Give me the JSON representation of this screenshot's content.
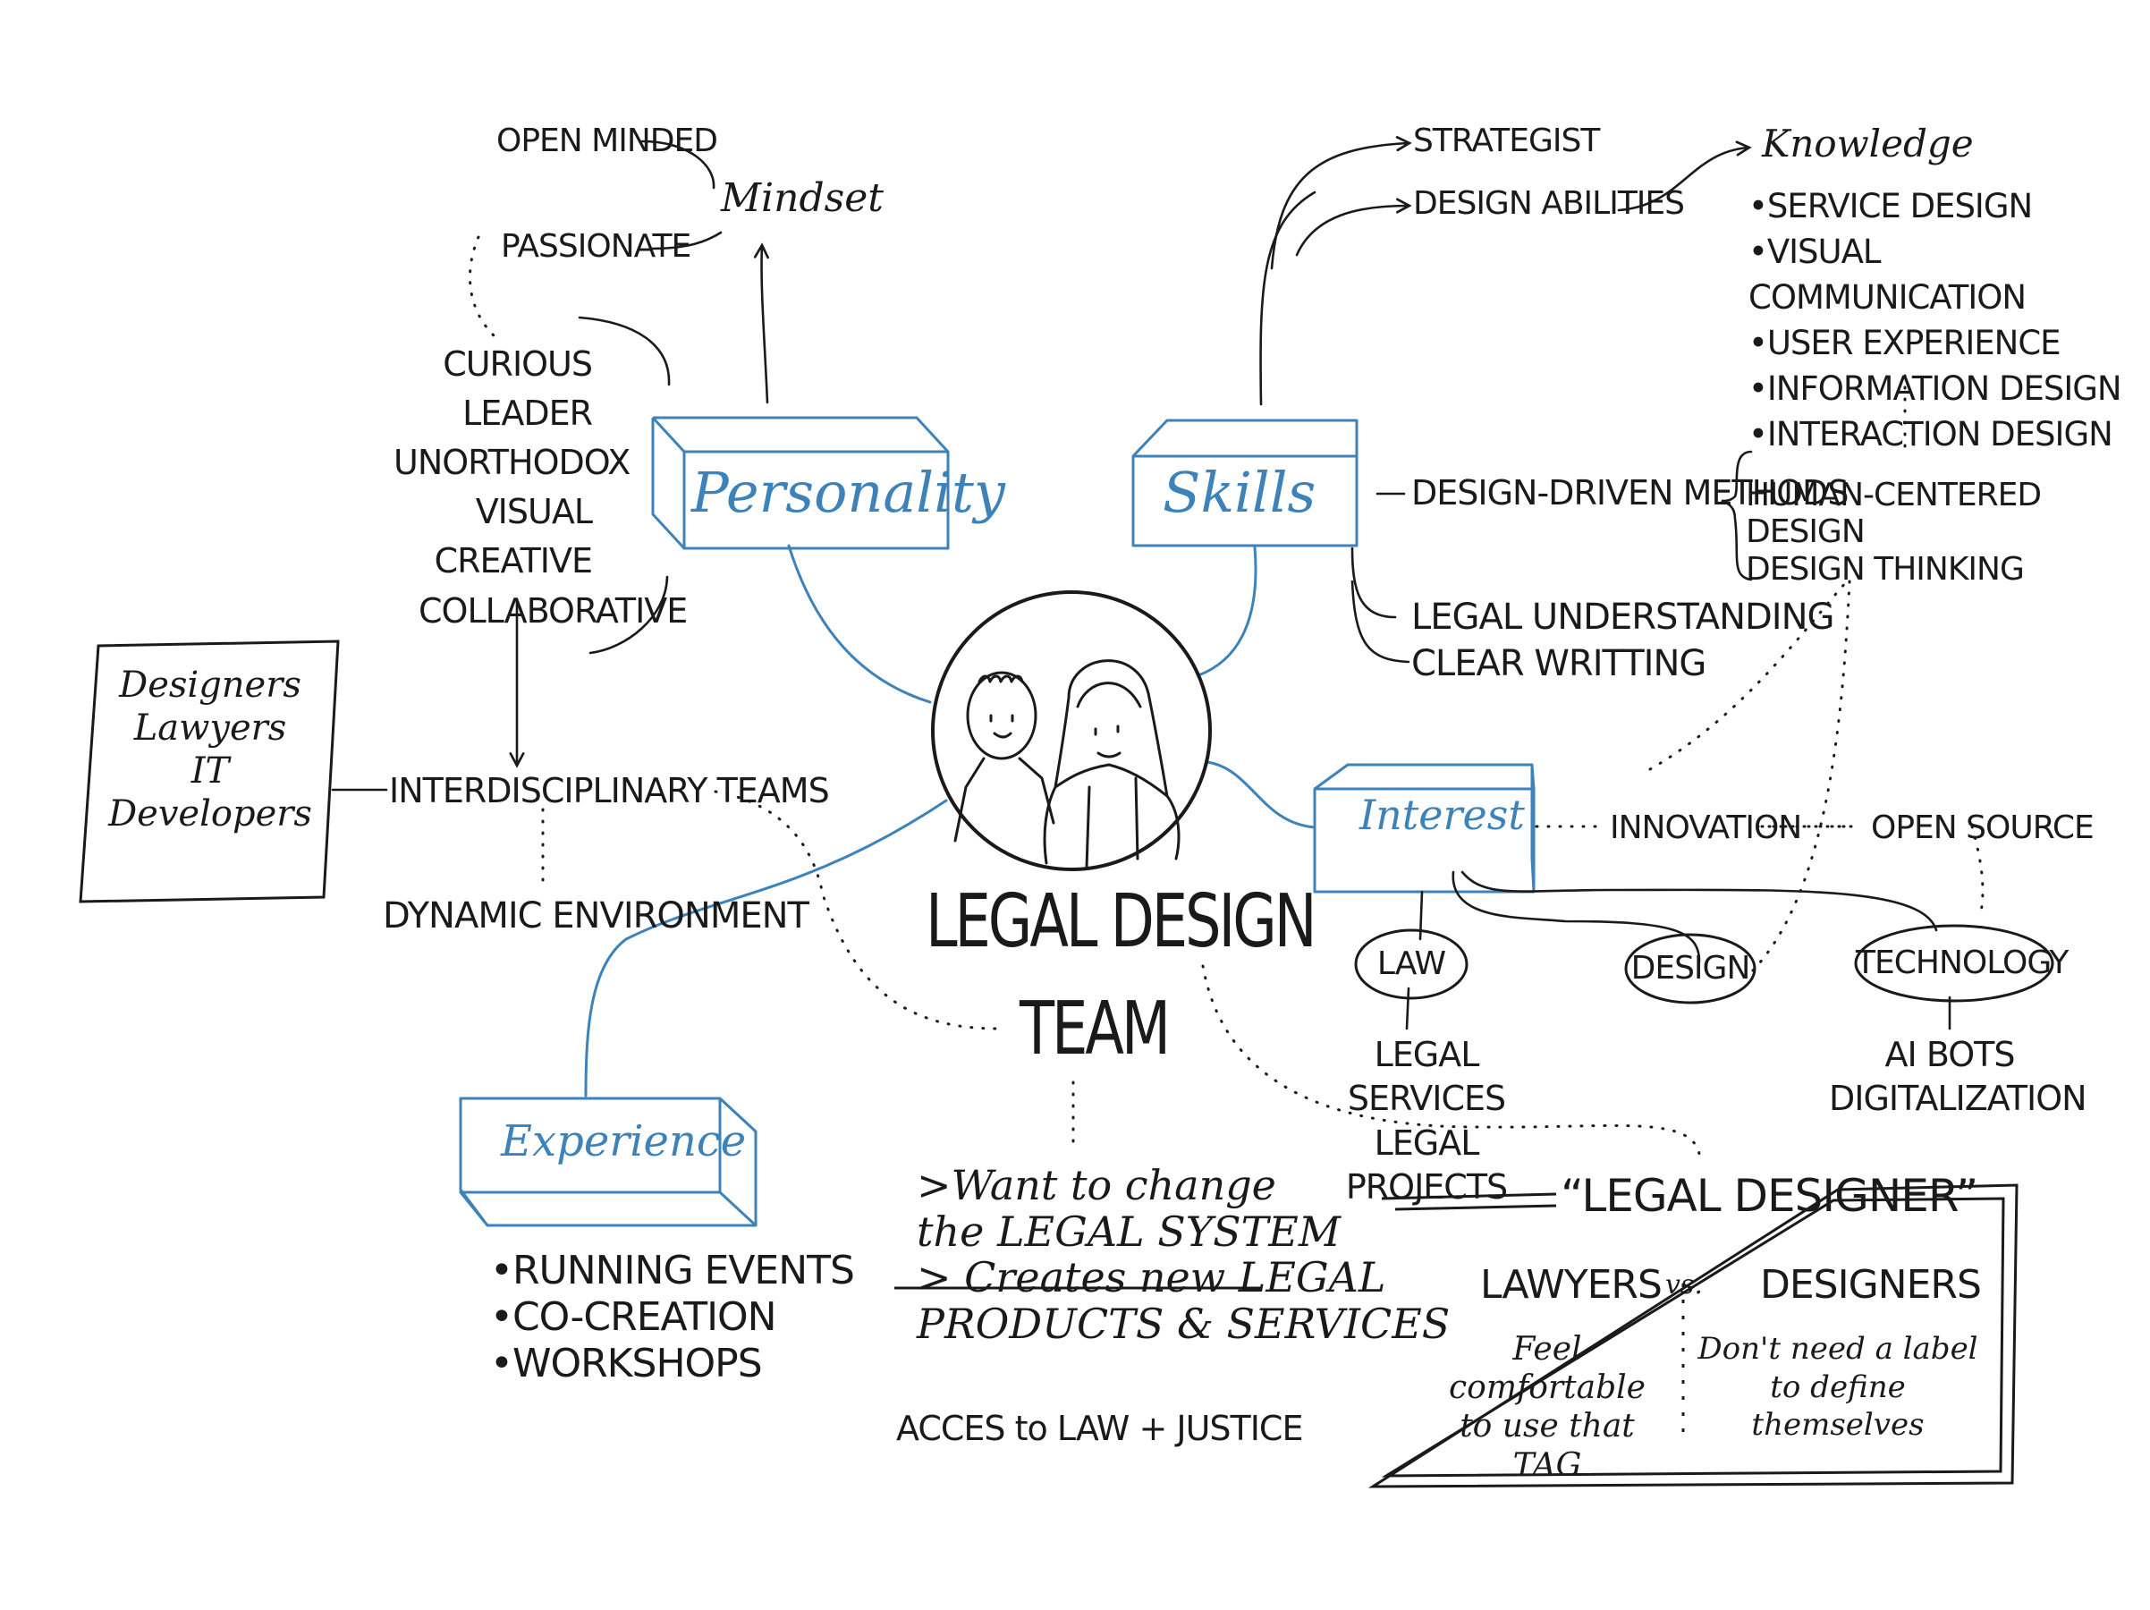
{
  "colors": {
    "ink": "#1a1a1a",
    "accent": "#3d82b8",
    "background": "#ffffff"
  },
  "center": {
    "title_line1": "LEGAL DESIGN",
    "title_line2": "TEAM",
    "goal_line1": ">Want to change",
    "goal_line2": "the LEGAL SYSTEM",
    "goal_line3": "> Creates new LEGAL",
    "goal_line4": "PRODUCTS & SERVICES",
    "access": "ACCES to LAW + JUSTICE",
    "portrait_icon": "two-people-portrait"
  },
  "personality": {
    "label": "Personality",
    "mindset": "Mindset",
    "open_minded": "OPEN MINDED",
    "passionate": "PASSIONATE",
    "traits": [
      "CURIOUS",
      "LEADER",
      "UNORTHODOX",
      "VISUAL",
      "CREATIVE",
      "COLLABORATIVE"
    ],
    "interdisciplinary": "INTERDISCIPLINARY TEAMS",
    "dynamic": "DYNAMIC ENVIRONMENT",
    "team_box": [
      "Designers",
      "Lawyers",
      "IT",
      "Developers"
    ]
  },
  "skills": {
    "label": "Skills",
    "strategist": "STRATEGIST",
    "design_abilities": "DESIGN ABILITIES",
    "knowledge_title": "Knowledge",
    "knowledge_items": [
      "•SERVICE DESIGN",
      "•VISUAL COMMUNICATION",
      "•USER EXPERIENCE",
      "•INFORMATION DESIGN",
      "•INTERACTION DESIGN"
    ],
    "methods": "DESIGN-DRIVEN METHODS",
    "methods_list": [
      "HUMAN-CENTERED DESIGN",
      "DESIGN THINKING"
    ],
    "legal_understanding": "LEGAL UNDERSTANDING",
    "clear_writing": "CLEAR WRITTING"
  },
  "interest": {
    "label": "Interest",
    "innovation": "INNOVATION",
    "open_source": "OPEN SOURCE",
    "law": "LAW",
    "design": "DESIGN",
    "technology": "TECHNOLOGY",
    "law_items": [
      "LEGAL SERVICES",
      "LEGAL PROJECTS"
    ],
    "tech_items": [
      "AI BOTS",
      "DIGITALIZATION"
    ]
  },
  "experience": {
    "label": "Experience",
    "items": [
      "•RUNNING EVENTS",
      "•CO-CREATION",
      "•WORKSHOPS"
    ]
  },
  "legal_designer": {
    "title": "“LEGAL DESIGNER”",
    "lawyers": "LAWYERS",
    "vs": "vs.",
    "designers": "DESIGNERS",
    "lawyers_note_line1": "Feel comfortable",
    "lawyers_note_line2": "to use that TAG",
    "designers_note_line1": "Don't need a label",
    "designers_note_line2": "to define themselves"
  }
}
